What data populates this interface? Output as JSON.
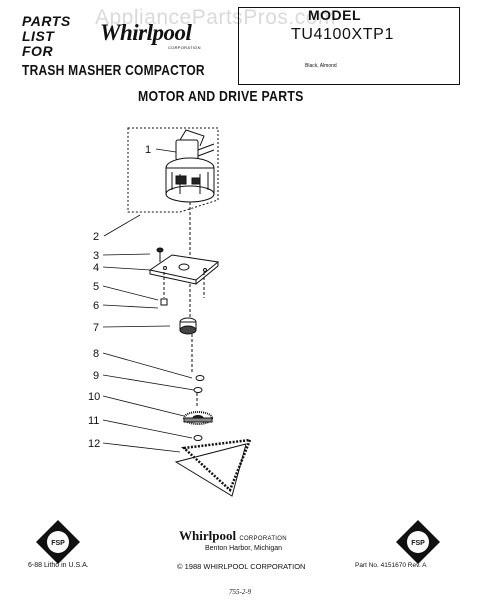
{
  "header": {
    "parts_list_lines": [
      "PARTS",
      "LIST",
      "FOR"
    ],
    "brand": "Whirlpool",
    "brand_sub": "CORPORATION",
    "watermark": "AppliancePartsPros.com",
    "model_label": "MODEL",
    "model_number": "TU4100XTP1",
    "model_color": "Black, Almond",
    "product_title": "TRASH MASHER COMPACTOR"
  },
  "section_title": "MOTOR AND DRIVE PARTS",
  "callouts": [
    "1",
    "2",
    "3",
    "4",
    "5",
    "6",
    "7",
    "8",
    "9",
    "10",
    "11",
    "12"
  ],
  "footer": {
    "brand": "Whirlpool",
    "brand_corp": "CORPORATION",
    "city": "Benton Harbor, Michigan",
    "litho": "6-88 Litho in U.S.A.",
    "copyright": "© 1988 WHIRLPOOL CORPORATION",
    "part_no": "Part No. 4151670 Rev. A",
    "handwritten": "755-2-9",
    "fsp_label": "FSP"
  }
}
